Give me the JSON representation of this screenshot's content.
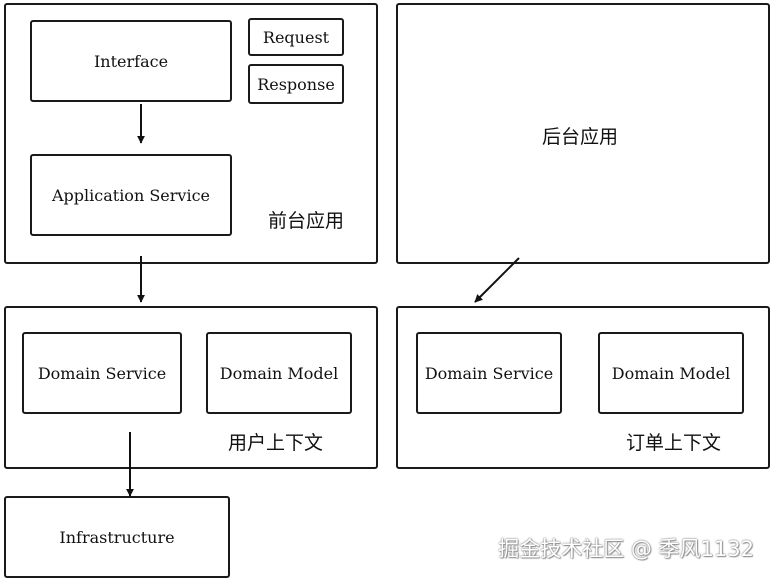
{
  "frontend": {
    "title": "前台应用",
    "interface": "Interface",
    "request": "Request",
    "response": "Response",
    "application_service": "Application Service"
  },
  "backend": {
    "title": "后台应用"
  },
  "user_context": {
    "title": "用户上下文",
    "domain_service": "Domain Service",
    "domain_model": "Domain Model"
  },
  "order_context": {
    "title": "订单上下文",
    "domain_service": "Domain Service",
    "domain_model": "Domain Model"
  },
  "infrastructure": {
    "label": "Infrastructure"
  },
  "watermark": "掘金技术社区 @ 季风1132"
}
